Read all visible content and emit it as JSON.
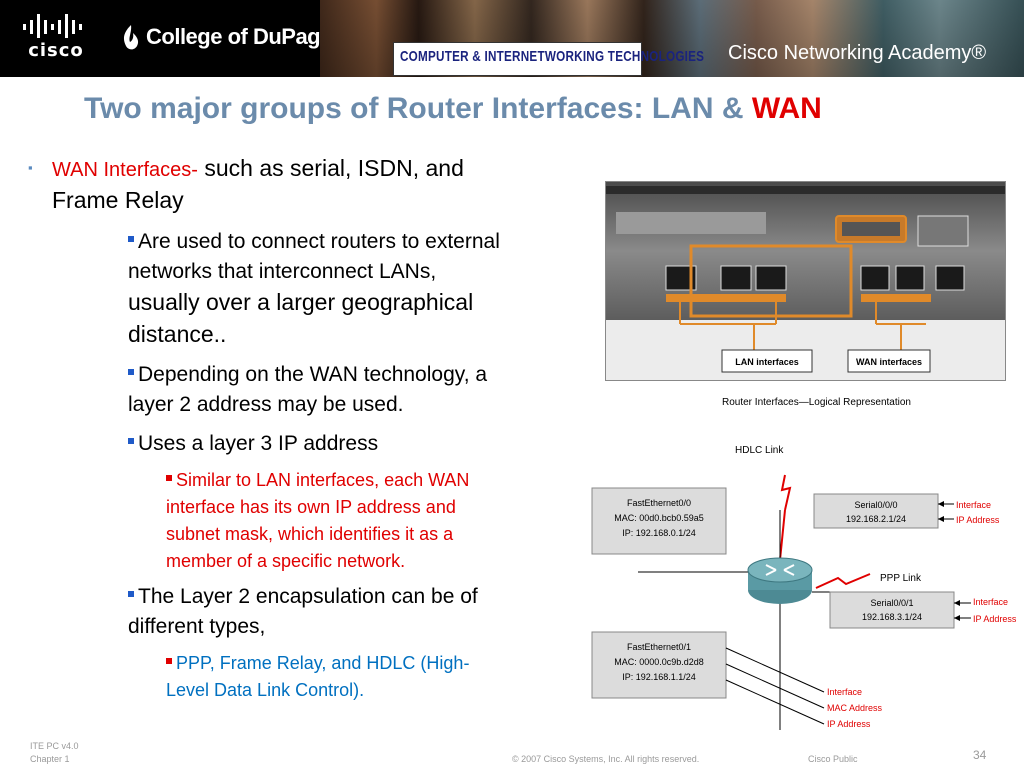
{
  "header": {
    "cisco_logo_text": "cisco",
    "college_name": "College of DuPage",
    "program_name": "COMPUTER & INTERNETWORKING TECHNOLOGIES",
    "academy_name": "Cisco Networking Academy®"
  },
  "title": {
    "main": "Two major groups of Router Interfaces: LAN & ",
    "highlight": "WAN"
  },
  "body": {
    "b1_red": "WAN Interfaces-",
    "b1_rest_line1": " such as serial, ISDN, and",
    "b1_line2": "Frame Relay",
    "s1_line1": "Are used to connect routers to external",
    "s1_line2": "networks that interconnect LANs,",
    "s1_line3": "usually over a larger geographical",
    "s1_line4": "distance..",
    "s2_line1": "Depending on the WAN technology, a",
    "s2_line2": "layer 2 address may be used.",
    "s3_line1": "Uses a layer 3 IP address",
    "t1_line1": "Similar to LAN interfaces, each WAN",
    "t1_line2": "interface has its own IP address and",
    "t1_line3": "subnet mask, which identifies it as a",
    "t1_line4": "member of a specific network.",
    "s4_line1": "The Layer 2 encapsulation can be of",
    "s4_line2": "different types,",
    "t2_line1": "PPP, Frame Relay, and HDLC (High-",
    "t2_line2": "Level Data Link Control)."
  },
  "photo": {
    "lan_label": "LAN interfaces",
    "wan_label": "WAN interfaces"
  },
  "diagram": {
    "caption": "Router Interfaces—Logical Representation",
    "hdlc_label": "HDLC Link",
    "ppp_label": "PPP Link",
    "fe00_name": "FastEthernet0/0",
    "fe00_mac": "MAC: 00d0.bcb0.59a5",
    "fe00_ip": "IP: 192.168.0.1/24",
    "s000_name": "Serial0/0/0",
    "s000_ip": "192.168.2.1/24",
    "s001_name": "Serial0/0/1",
    "s001_ip": "192.168.3.1/24",
    "fe01_name": "FastEthernet0/1",
    "fe01_mac": "MAC: 0000.0c9b.d2d8",
    "fe01_ip": "IP: 192.168.1.1/24",
    "s000_interface": "Interface",
    "s000_ipaddr": "IP Address",
    "s001_interface": "Interface",
    "s001_ipaddr": "IP Address",
    "fe01_interface": "Interface",
    "fe01_mac_label": "MAC Address",
    "fe01_ip_label": "IP Address"
  },
  "footer": {
    "course": "ITE PC v4.0",
    "chapter": "Chapter 1",
    "copyright": "© 2007 Cisco Systems, Inc. All rights reserved.",
    "classification": "Cisco Public",
    "page": "34"
  },
  "colors": {
    "title": "#6b8bab",
    "accent_red": "#e00000",
    "link_blue": "#0070c0"
  }
}
